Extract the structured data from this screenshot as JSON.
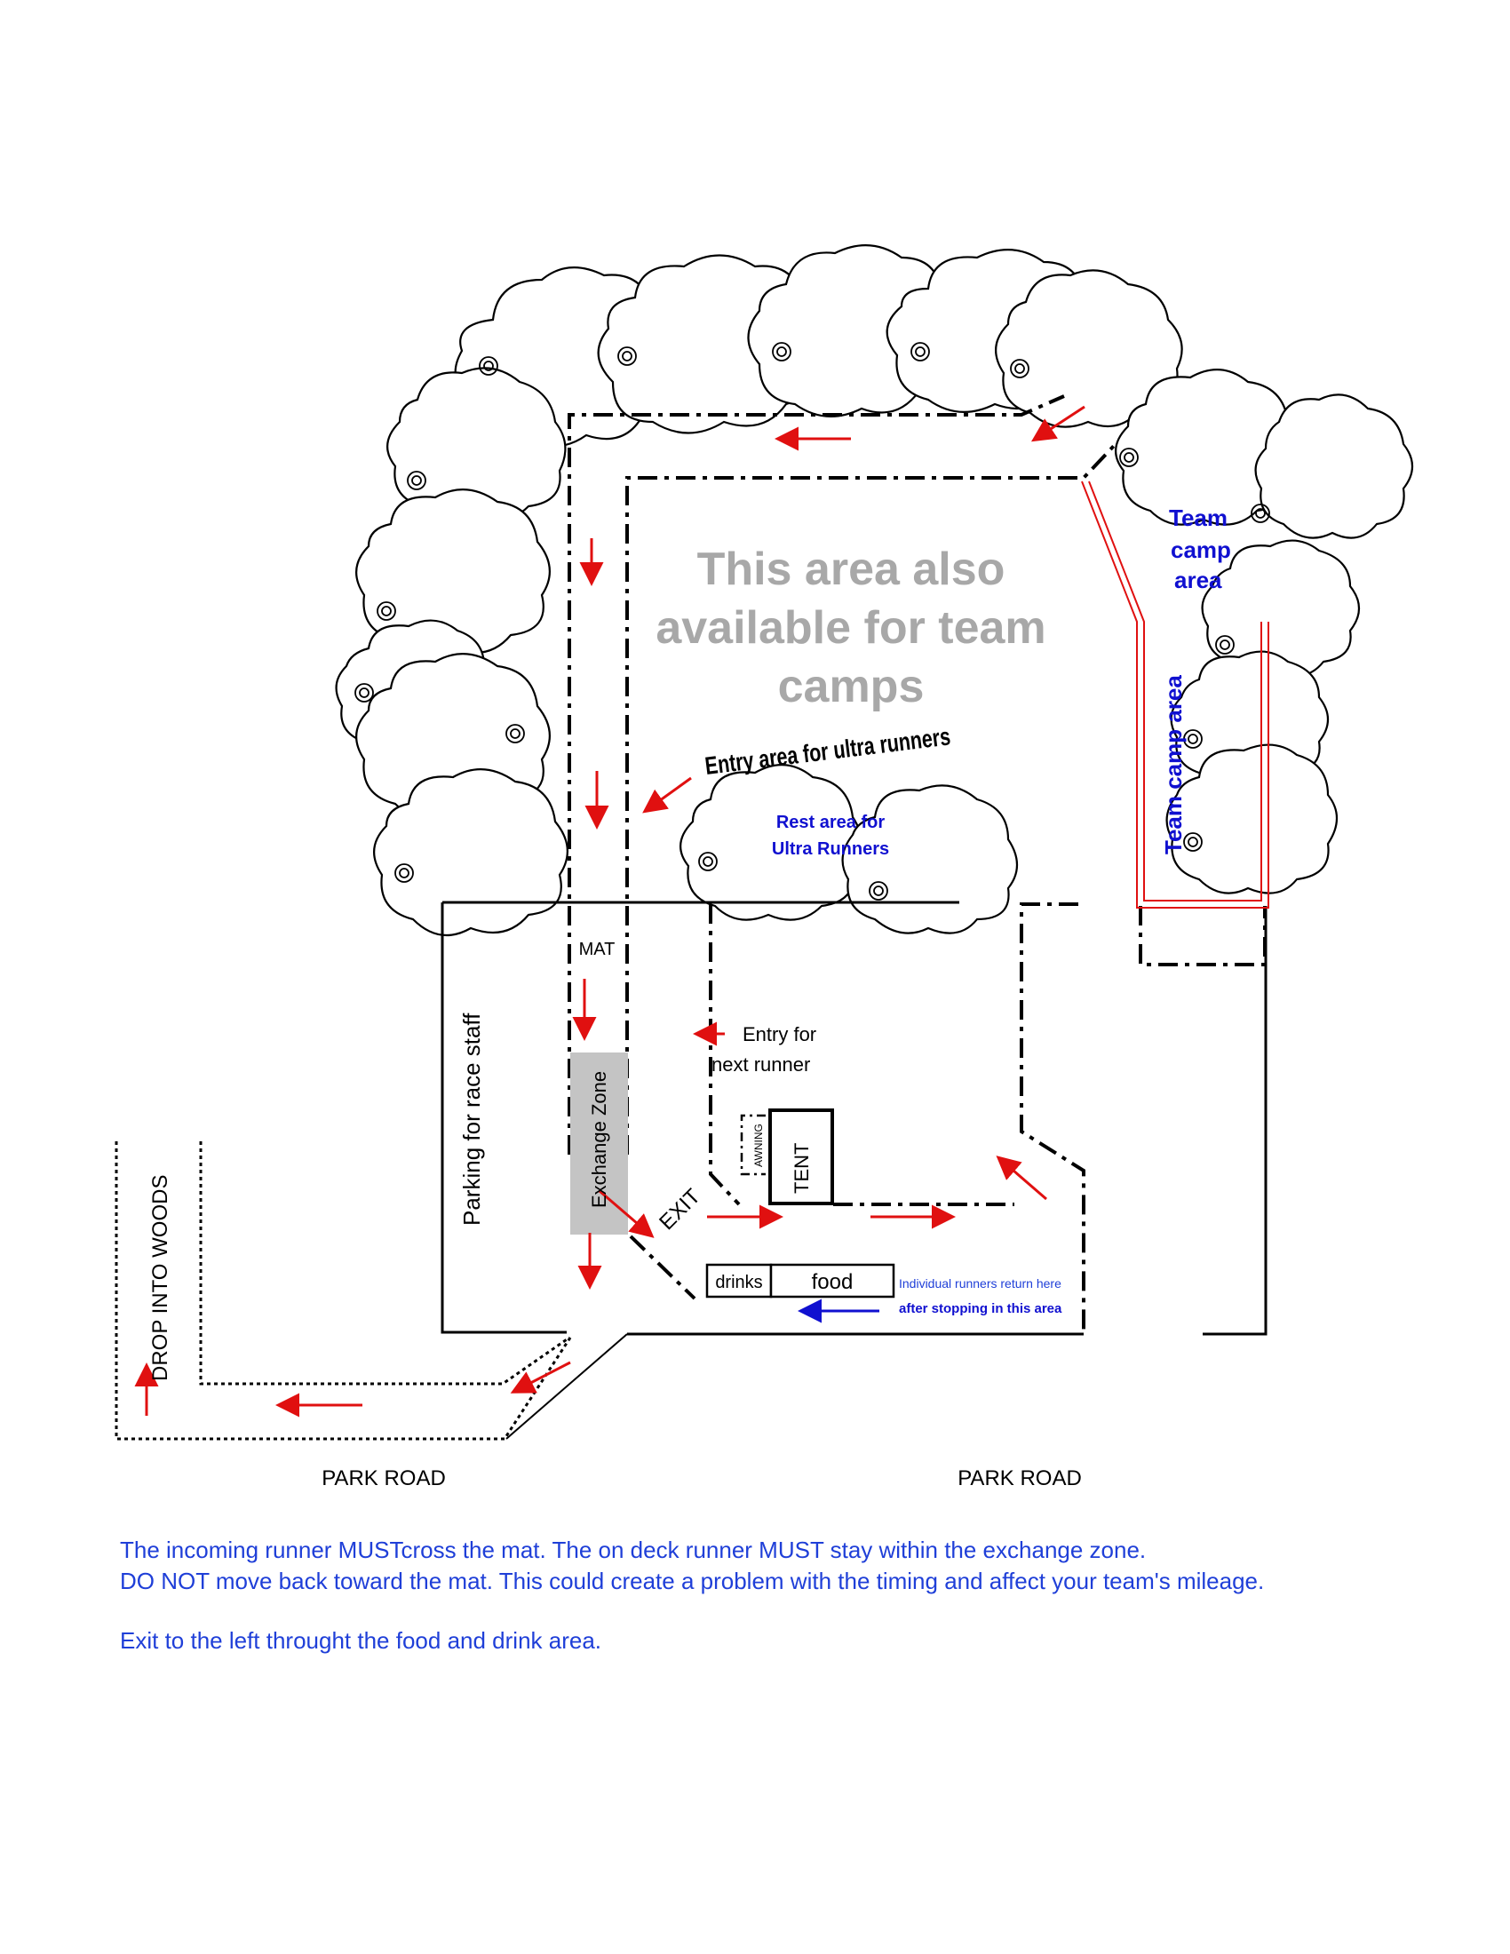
{
  "labels": {
    "area_available_line1": "This area also",
    "area_available_line2": "available for team",
    "area_available_line3": "camps",
    "entry_ultra": "Entry area for ultra runners",
    "rest_area_line1": "Rest area for",
    "rest_area_line2": "Ultra Runners",
    "team_camp_line1": "Team",
    "team_camp_line2": "camp",
    "team_camp_line3": "area",
    "team_camp_vertical": "Team camp area",
    "mat": "MAT",
    "parking_staff": "Parking for race staff",
    "exchange_zone": "Exchange Zone",
    "entry_next_line1": "Entry for",
    "entry_next_line2": "next runner",
    "awning": "AWNING",
    "tent": "TENT",
    "exit": "EXIT",
    "drinks": "drinks",
    "food": "food",
    "return_line1": "Individual runners return here",
    "return_line2": "after stopping in this area",
    "drop_woods": "DROP INTO WOODS",
    "park_road_left": "PARK ROAD",
    "park_road_right": "PARK ROAD"
  },
  "notes": {
    "line1": "The incoming runner MUSTcross the mat. The on deck runner MUST stay within the exchange zone.",
    "line2": "DO NOT move back toward the mat. This could create a problem with the timing and affect your team's mileage.",
    "line3": "Exit to the left throught the food and drink area."
  },
  "colors": {
    "arrow_red": "#e01010",
    "arrow_blue": "#1010d0",
    "label_blue": "#1010d0",
    "note_blue": "#1f3fd8",
    "watermark_gray": "#a8a8a8",
    "exchange_fill": "#c4c4c4"
  }
}
